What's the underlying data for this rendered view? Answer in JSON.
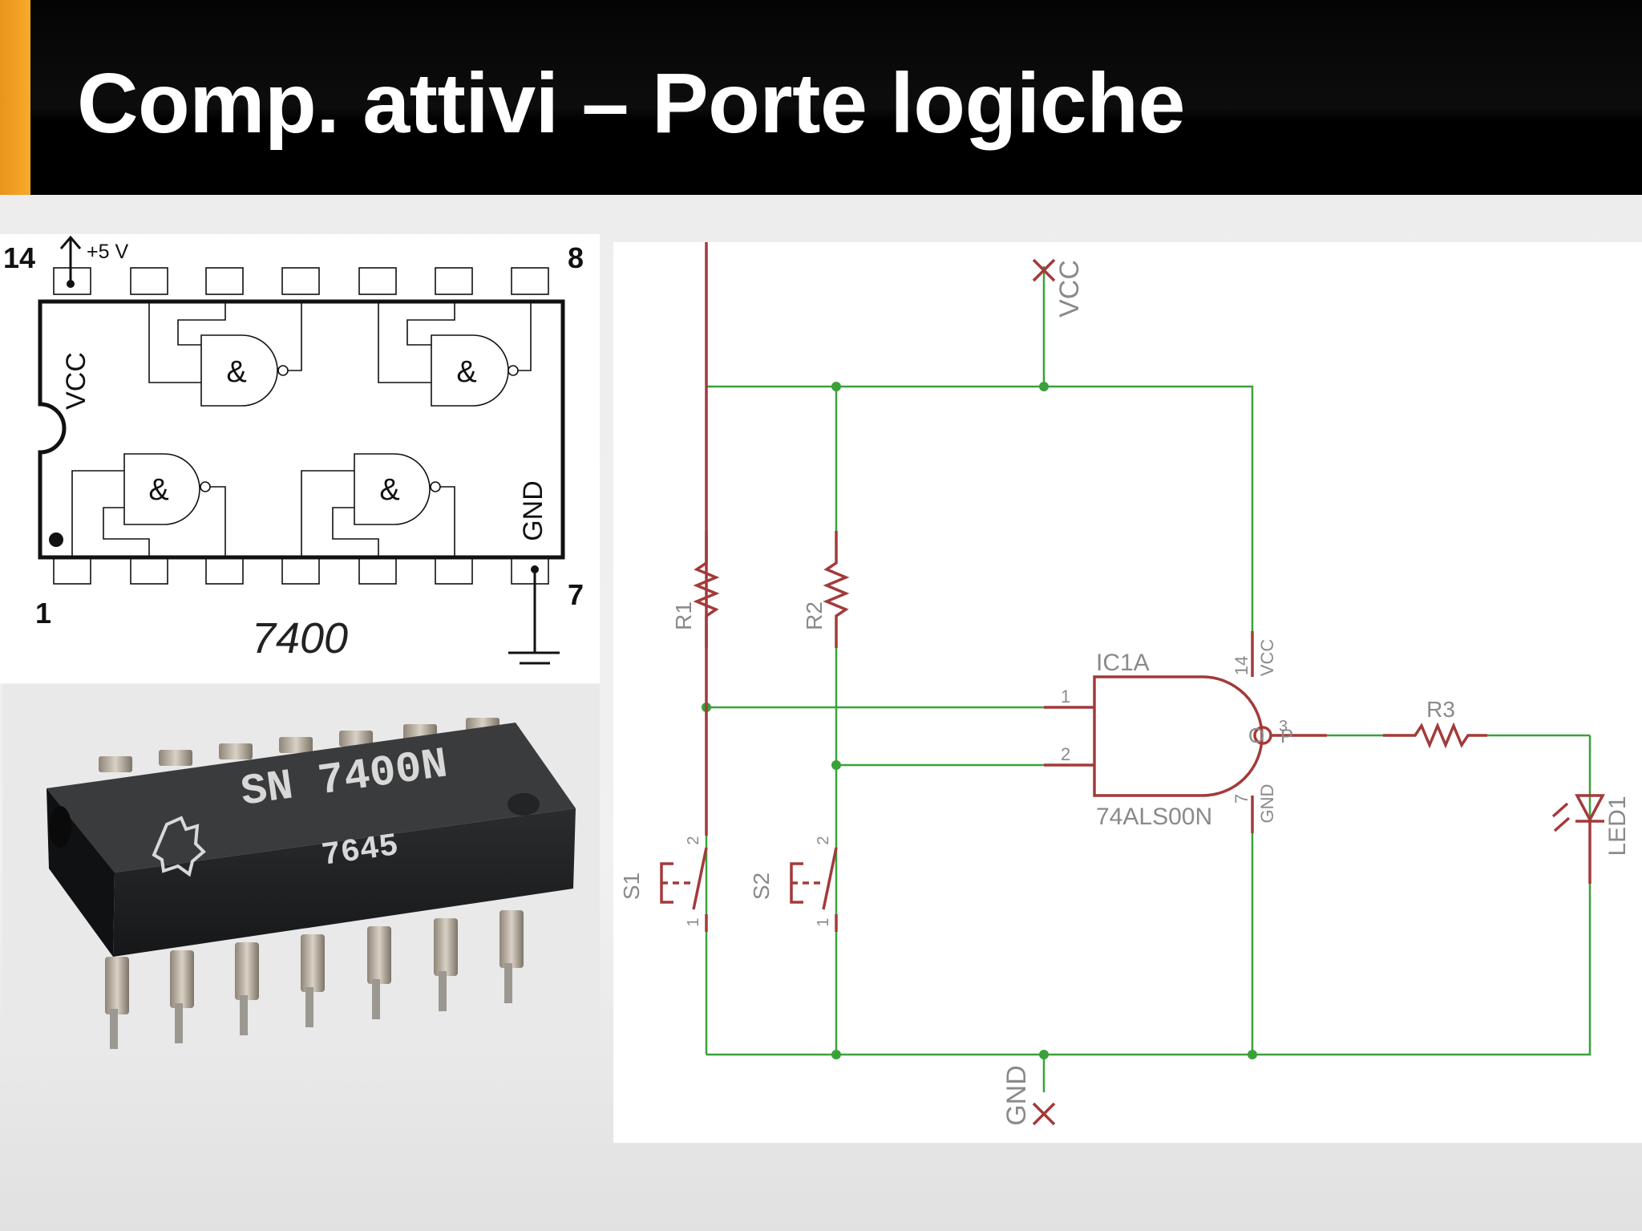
{
  "slide": {
    "title": "Comp. attivi – Porte logiche"
  },
  "pinout": {
    "pin_14": "14",
    "pin_8": "8",
    "pin_1": "1",
    "pin_7": "7",
    "supply": "+5 V",
    "vcc_label": "VCC",
    "gnd_label": "GND",
    "gate_symbol": "&",
    "part_number": "7400"
  },
  "photo": {
    "marking_line1": "SN 7400N",
    "marking_line2": "7645"
  },
  "schematic": {
    "supply_top": "VCC",
    "supply_bottom": "GND",
    "r1": "R1",
    "r2": "R2",
    "r3": "R3",
    "s1": "S1",
    "s2": "S2",
    "switch_pin_top": "2",
    "switch_pin_bottom": "1",
    "ic_name": "IC1A",
    "ic_part": "74ALS00N",
    "gate_pin_1": "1",
    "gate_pin_2": "2",
    "gate_pin_out": "3",
    "gate_out_label": "O",
    "gate_out_label2": "P",
    "ic_pin_vcc_num": "14",
    "ic_pin_vcc": "VCC",
    "ic_pin_gnd_num": "7",
    "ic_pin_gnd": "GND",
    "led": "LED1",
    "colors": {
      "wire": "#3aa13a",
      "part": "#a33a3a",
      "label": "#8a8a8a"
    }
  }
}
